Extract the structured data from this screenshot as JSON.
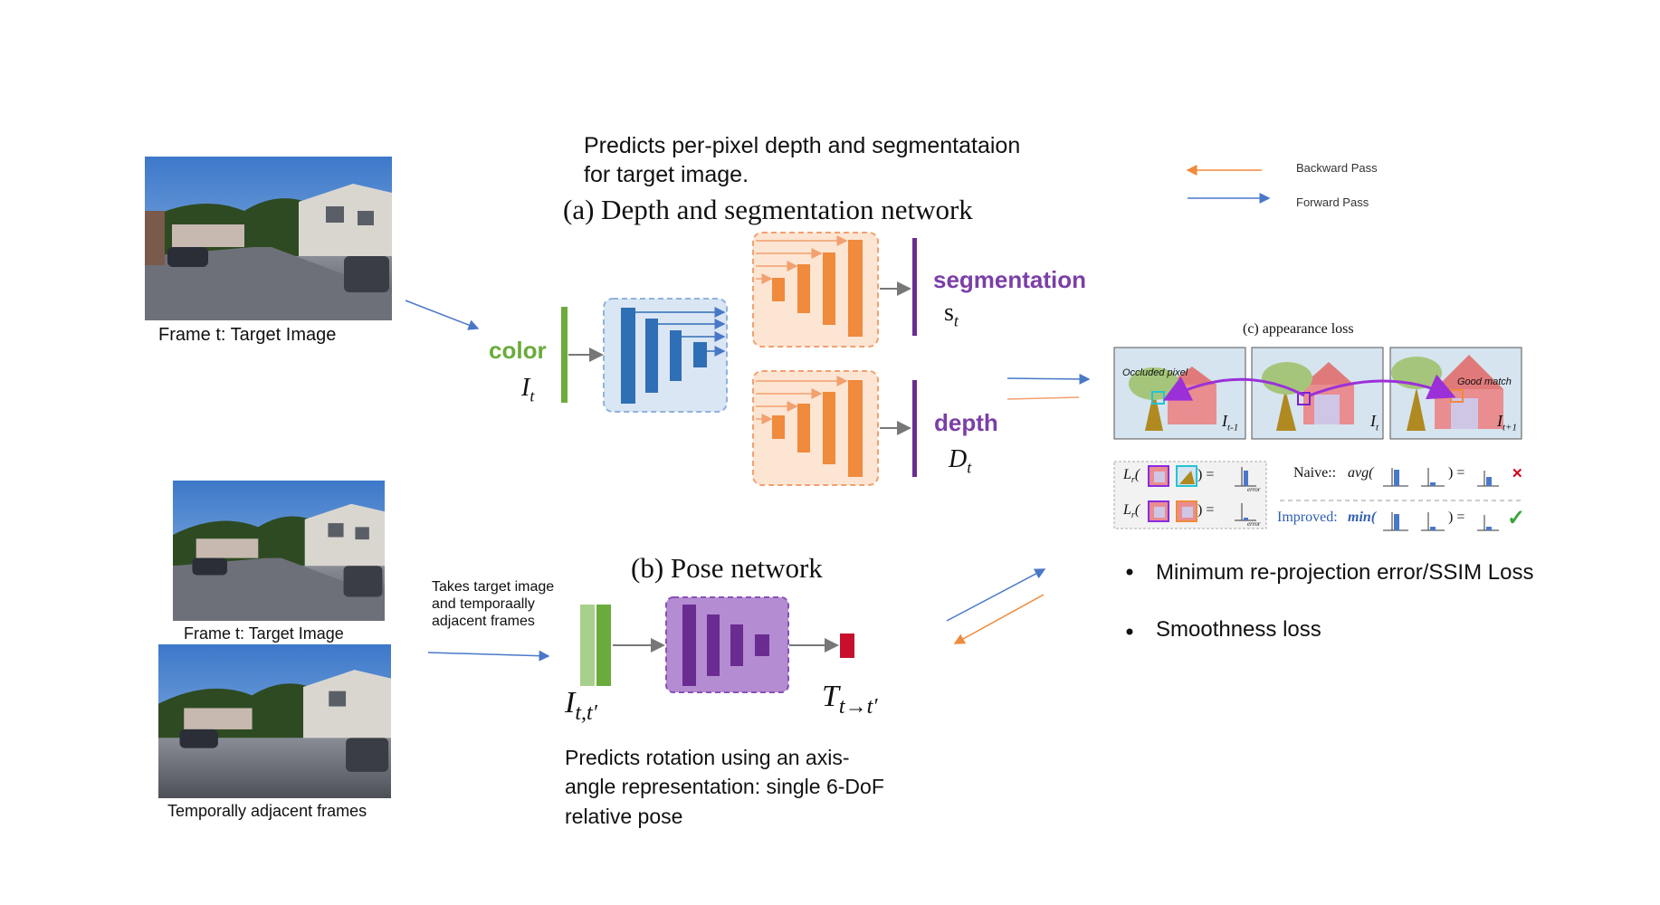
{
  "frames": {
    "target_caption_top": "Frame t: Target Image",
    "target_caption_bottom": "Frame t: Target Image",
    "adjacent_caption": "Temporally adjacent frames"
  },
  "depth_net": {
    "description_line1": "Predicts per-pixel depth and segmentataion",
    "description_line2": "for target image.",
    "title": "(a) Depth and segmentation network",
    "input_label": "color",
    "input_symbol": "I",
    "input_sub": "t",
    "seg_label": "segmentation",
    "seg_symbol": "s",
    "seg_sub": "t",
    "depth_label": "depth",
    "depth_symbol": "D",
    "depth_sub": "t"
  },
  "pose_net": {
    "title": "(b) Pose network",
    "input_note_line1": "Takes target image",
    "input_note_line2": "and temporaally",
    "input_note_line3": "adjacent frames",
    "input_symbol": "I",
    "input_sub": "t,t′",
    "output_symbol": "T",
    "output_sub": "t→t′",
    "desc_line1": "Predicts rotation using an axis-",
    "desc_line2": "angle representation: single 6-DoF",
    "desc_line3": "relative pose"
  },
  "legend": {
    "backward": "Backward Pass",
    "forward": "Forward Pass",
    "backward_color": "#f08a3c",
    "forward_color": "#4a78c8"
  },
  "appearance": {
    "title": "(c) appearance loss",
    "occluded_label": "Occluded pixel",
    "good_label": "Good match",
    "frame_labels": [
      "I",
      "I",
      "I"
    ],
    "frame_subs": [
      "t-1",
      "t",
      "t+1"
    ],
    "loss_symbol": "L",
    "loss_sub": "r",
    "error_label": "error",
    "naive_label": "Naive::",
    "naive_fn": "avg(",
    "improved_label": "Improved:",
    "improved_fn": "min(",
    "cross": "✕",
    "check": "✓"
  },
  "losses": [
    "Minimum re-projection error/SSIM Loss",
    "Smoothness loss"
  ],
  "colors": {
    "blue_block": "#2f6fb5",
    "orange_block": "#f08a3c",
    "purple_block": "#6a2c91",
    "green": "#6aab3c",
    "purple_label": "#7b3fa6",
    "red_output": "#c8102e"
  }
}
